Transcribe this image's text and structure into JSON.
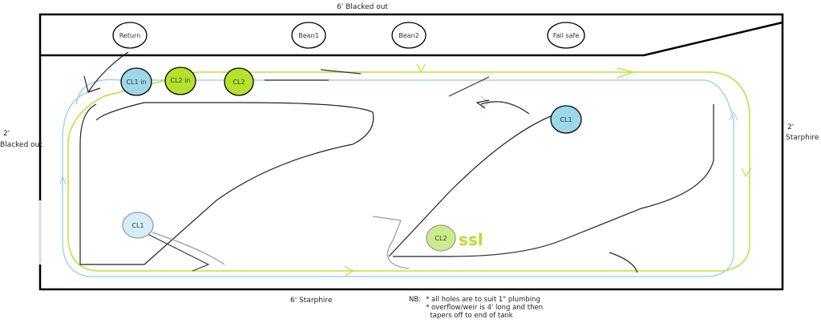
{
  "labels": {
    "top": "6' Blacked out",
    "left_line1": "2'",
    "left_line2": "Blacked out",
    "right_line1": "2'",
    "right_line2": "Starphire",
    "bottom": "6' Starphire"
  },
  "holes": {
    "return": "Return",
    "bean1": "Bean1",
    "bean2": "Bean2",
    "fail_safe": "Fail safe",
    "cl1_in": "CL1 in",
    "cl2_in": "CL2 in",
    "cl2_top": "CL2",
    "cl1_right": "CL1",
    "cl1_left": "CL1",
    "cl2_bottom": "CL2"
  },
  "watermark": "ssl",
  "notes": {
    "prefix": "NB:",
    "items": [
      "* all holes are to suit 1\" plumbing",
      "* overflow/weir is 4' long and then",
      "  tapers off to end of tank"
    ]
  },
  "colors": {
    "blue_hole": "#9dd7ea",
    "green_hole": "#b5e02c",
    "pale_blue_hole": "#d4edf6",
    "pale_green_hole": "#cdea8c",
    "blue_line": "#9fd6ea",
    "green_line": "#b9e23a"
  }
}
